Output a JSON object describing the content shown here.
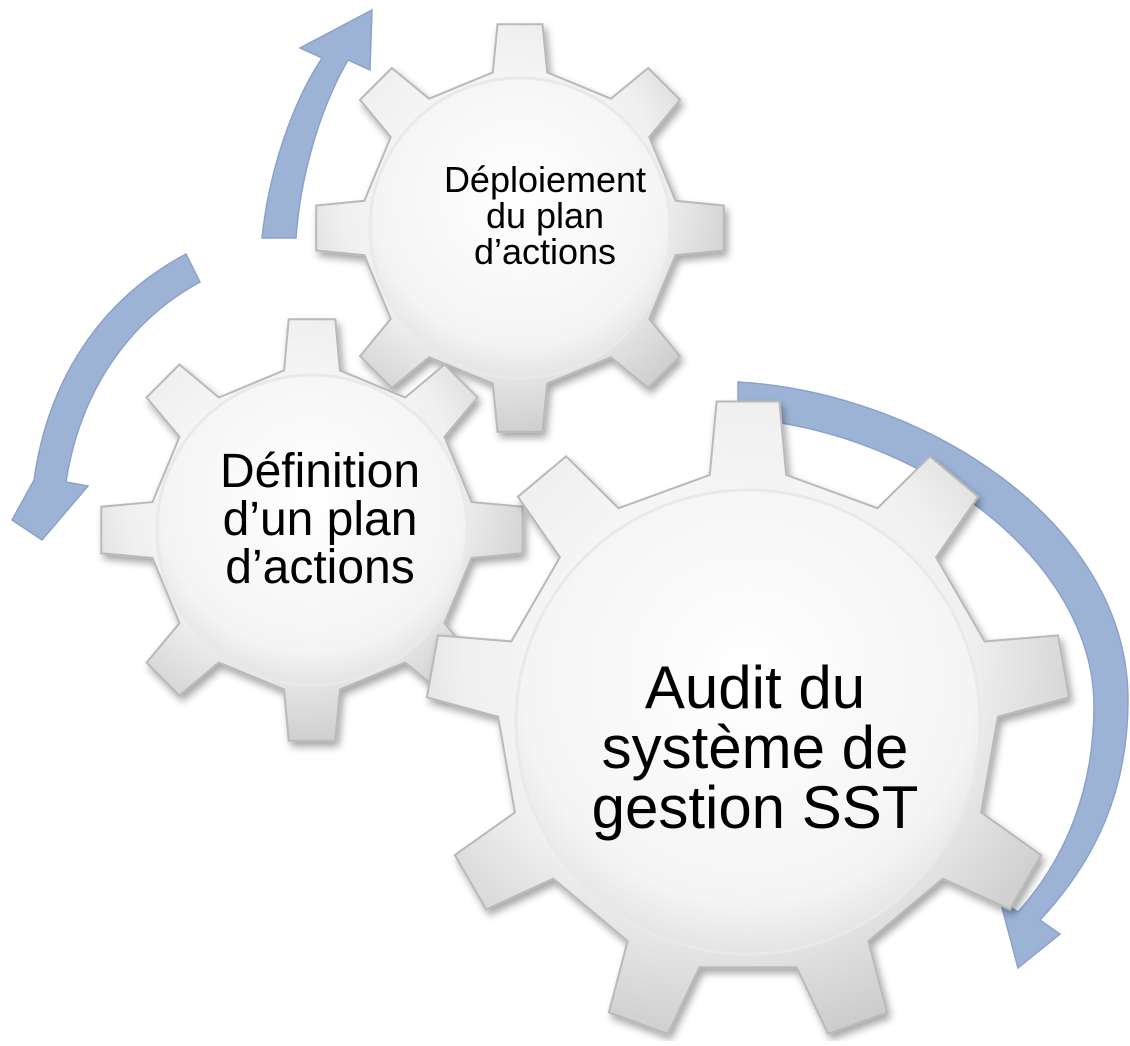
{
  "diagram": {
    "colors": {
      "arrow": "#9db3d6",
      "arrow_edge": "#8aa2cb",
      "gear_light": "#ffffff",
      "gear_mid": "#e9e9e9",
      "gear_dark": "#b9b9b9",
      "text": "#000000"
    },
    "gears": [
      {
        "id": "small",
        "label": "Déploiement\ndu plan\nd’actions"
      },
      {
        "id": "medium",
        "label": "Définition\nd’un plan\nd’actions"
      },
      {
        "id": "large",
        "label": "Audit du\nsystème de\ngestion SST"
      }
    ]
  }
}
